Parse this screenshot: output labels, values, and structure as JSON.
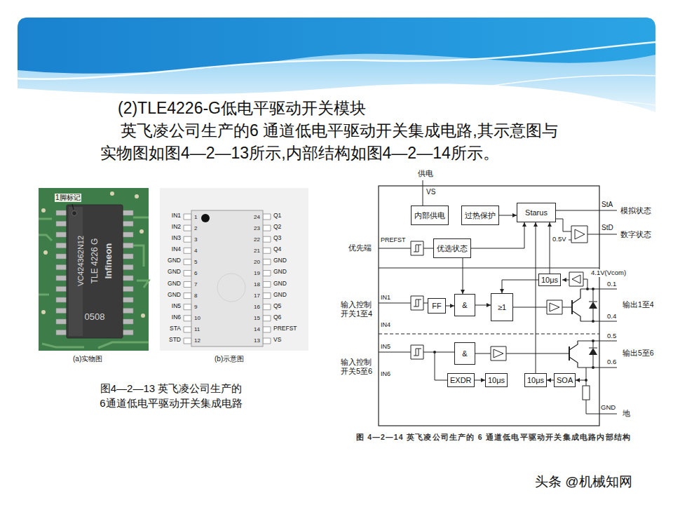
{
  "diagram": {
    "title": "(2)TLE4226-G低电平驱动开关模块",
    "caption": "图 4—2—14 英飞凌公司生产的 6 通道低电平驱动开关集成电路内部结构",
    "nodes": [
      {
        "text": [
          "Infineon",
          "TLE 4226 G",
          "VC424362N12",
          "0508"
        ]
      },
      {
        "text": [
          "1",
          "2",
          "3",
          "4",
          "5",
          "6",
          "7",
          "8",
          "9",
          "10",
          "11",
          "12",
          "13",
          "14",
          "15",
          "16",
          "17",
          "18",
          "19",
          "20",
          "21",
          "22",
          "23",
          "24"
        ]
      },
      {
        "text": [
          "内部供电"
        ]
      },
      {
        "text": [
          "过热保护"
        ]
      },
      {
        "text": [
          "Starus"
        ]
      },
      {
        "text": [
          "优选状态"
        ]
      },
      {
        "text": [
          "10μs"
        ]
      },
      {
        "text": [
          "FF"
        ]
      },
      {
        "text": [
          "&"
        ]
      },
      {
        "text": [
          "≥1"
        ]
      },
      {
        "text": [
          "&"
        ]
      },
      {
        "text": [
          "EXDR"
        ]
      },
      {
        "text": [
          "10μs"
        ]
      },
      {
        "text": [
          "10μs"
        ]
      },
      {
        "text": [
          "SOA"
        ]
      }
    ],
    "edges": [
      {
        "from": 3,
        "to": 4,
        "arrow": "to"
      },
      {
        "from": 5,
        "to": 4,
        "arrow": "to"
      },
      {
        "from": 6,
        "to": 4,
        "arrow": "to"
      },
      {
        "from": 7,
        "to": 8,
        "arrow": "to"
      },
      {
        "from": 8,
        "to": 9,
        "arrow": "to"
      },
      {
        "from": 6,
        "to": 9,
        "arrow": "to"
      },
      {
        "from": 11,
        "to": 12,
        "arrow": "to"
      },
      {
        "from": 14,
        "to": 13,
        "arrow": "to"
      },
      {
        "from": 13,
        "to": 4,
        "arrow": "to"
      }
    ],
    "labels": [
      "英飞凌公司生产的6 通道低电平驱动开关集成电路,其示意图与实物图如图4—2—13所示,内部结构如图4—2—14所示。",
      "1脚标记",
      "(a)实物图",
      "(b)示意图",
      "IN1",
      "IN2",
      "IN3",
      "IN4",
      "GND",
      "GND",
      "GND",
      "GND",
      "IN5",
      "IN6",
      "STA",
      "STD",
      "Q1",
      "Q2",
      "Q3",
      "Q4",
      "GND",
      "GND",
      "GND",
      "GND",
      "Q5",
      "Q6",
      "PREFST",
      "VS",
      "图4—2—13 英飞凌公司生产的 6通道低电平驱动开关集成电路",
      "供电",
      "VS",
      "StA",
      "模拟状态",
      "StD",
      "数字状态",
      "0.5V",
      "优先端",
      "PREFST",
      "4.1V(Vcom)",
      "0.1",
      "0.4",
      "输出1至4",
      "IN1",
      "IN4",
      "输入控制 开关1至4",
      "IN5",
      "IN6",
      "输入控制 开关5至6",
      "0.5",
      "0.6",
      "输出5至6",
      "GND",
      "地",
      "头条 @机械知网"
    ]
  }
}
